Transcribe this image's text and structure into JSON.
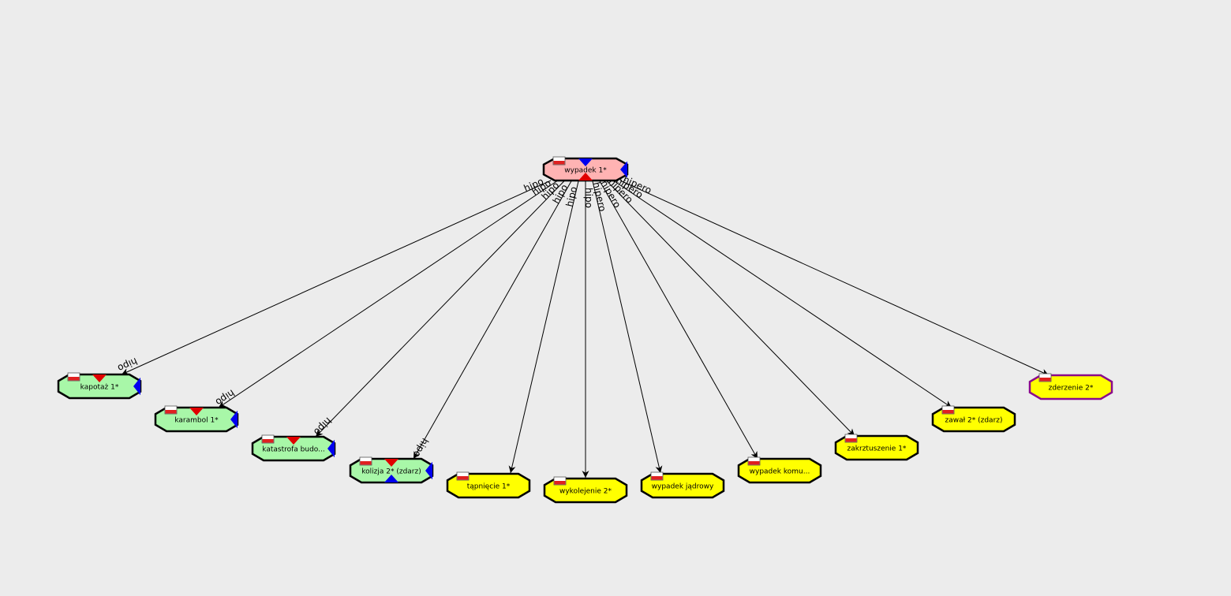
{
  "colors": {
    "background": "#ececec",
    "root_fill": "#ffb3b3",
    "green_fill": "#a8f7a8",
    "yellow_fill": "#ffff00",
    "border": "#000000",
    "selected_border": "#8b0a8b",
    "arrow_red": "#e00000",
    "arrow_blue": "#0000ee",
    "edge": "#000000"
  },
  "root": {
    "id": "wypadek",
    "label": "wypadek 1*",
    "flag": "flag-pl-icon",
    "markers": [
      "top-blue",
      "right-blue",
      "bottom-red"
    ]
  },
  "children": [
    {
      "id": "kapotaz",
      "label": "kapotaż 1*",
      "fill": "green",
      "markers": [
        "top-red",
        "right-blue"
      ],
      "edge_label": "hipo"
    },
    {
      "id": "karambol",
      "label": "karambol 1*",
      "fill": "green",
      "markers": [
        "top-red",
        "right-blue"
      ],
      "edge_label": "hipo"
    },
    {
      "id": "katastrofa",
      "label": "katastrofa budo...",
      "fill": "green",
      "markers": [
        "top-red",
        "right-blue"
      ],
      "edge_label": "hipo"
    },
    {
      "id": "kolizja",
      "label": "kolizja 2* (zdarz)",
      "fill": "green",
      "markers": [
        "top-red",
        "right-blue",
        "bottom-blue"
      ],
      "edge_label": "hipo"
    },
    {
      "id": "tapniecie",
      "label": "tąpnięcie 1*",
      "fill": "yellow",
      "markers": [],
      "edge_label": "hipo"
    },
    {
      "id": "wykolejenie",
      "label": "wykolejenie 2*",
      "fill": "yellow",
      "markers": [],
      "edge_label": "hipo"
    },
    {
      "id": "jadrowy",
      "label": "wypadek jądrowy",
      "fill": "yellow",
      "markers": [],
      "edge_label": "hipo"
    },
    {
      "id": "komunikacyjny",
      "label": "wypadek komu...",
      "fill": "yellow",
      "markers": [],
      "edge_label": "hipo"
    },
    {
      "id": "zakrztuszenie",
      "label": "zakrztuszenie 1*",
      "fill": "yellow",
      "markers": [],
      "edge_label": "hipero"
    },
    {
      "id": "zawal",
      "label": "zawał 2* (zdarz)",
      "fill": "yellow",
      "markers": [],
      "edge_label": "hipero"
    },
    {
      "id": "zderzenie",
      "label": "zderzenie 2*",
      "fill": "yellow",
      "markers": [],
      "edge_label": "hipero",
      "selected": true
    }
  ],
  "root_edge_labels": [
    "hipo",
    "hipo",
    "hipo",
    "hipo",
    "hipo",
    "hipo",
    "hipero",
    "hipero",
    "hipero",
    "hipero",
    "hipero"
  ]
}
